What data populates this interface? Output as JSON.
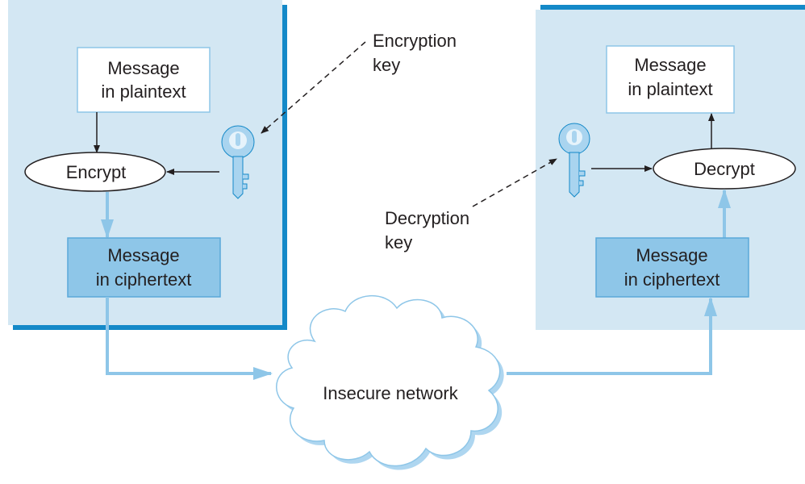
{
  "sender": {
    "plaintext_line1": "Message",
    "plaintext_line2": "in plaintext",
    "operation": "Encrypt",
    "ciphertext_line1": "Message",
    "ciphertext_line2": "in ciphertext"
  },
  "receiver": {
    "plaintext_line1": "Message",
    "plaintext_line2": "in plaintext",
    "operation": "Decrypt",
    "ciphertext_line1": "Message",
    "ciphertext_line2": "in ciphertext"
  },
  "keys": {
    "encryption_line1": "Encryption",
    "encryption_line2": "key",
    "decryption_line1": "Decryption",
    "decryption_line2": "key"
  },
  "network": {
    "label": "Insecure network"
  },
  "colors": {
    "panel_fill": "#d3e7f3",
    "panel_shadow": "#1489c8",
    "cipher_fill": "#8ec6e8",
    "flow_arrow": "#8ec6e8",
    "key": "#a9d4ef",
    "text": "#231f20"
  }
}
